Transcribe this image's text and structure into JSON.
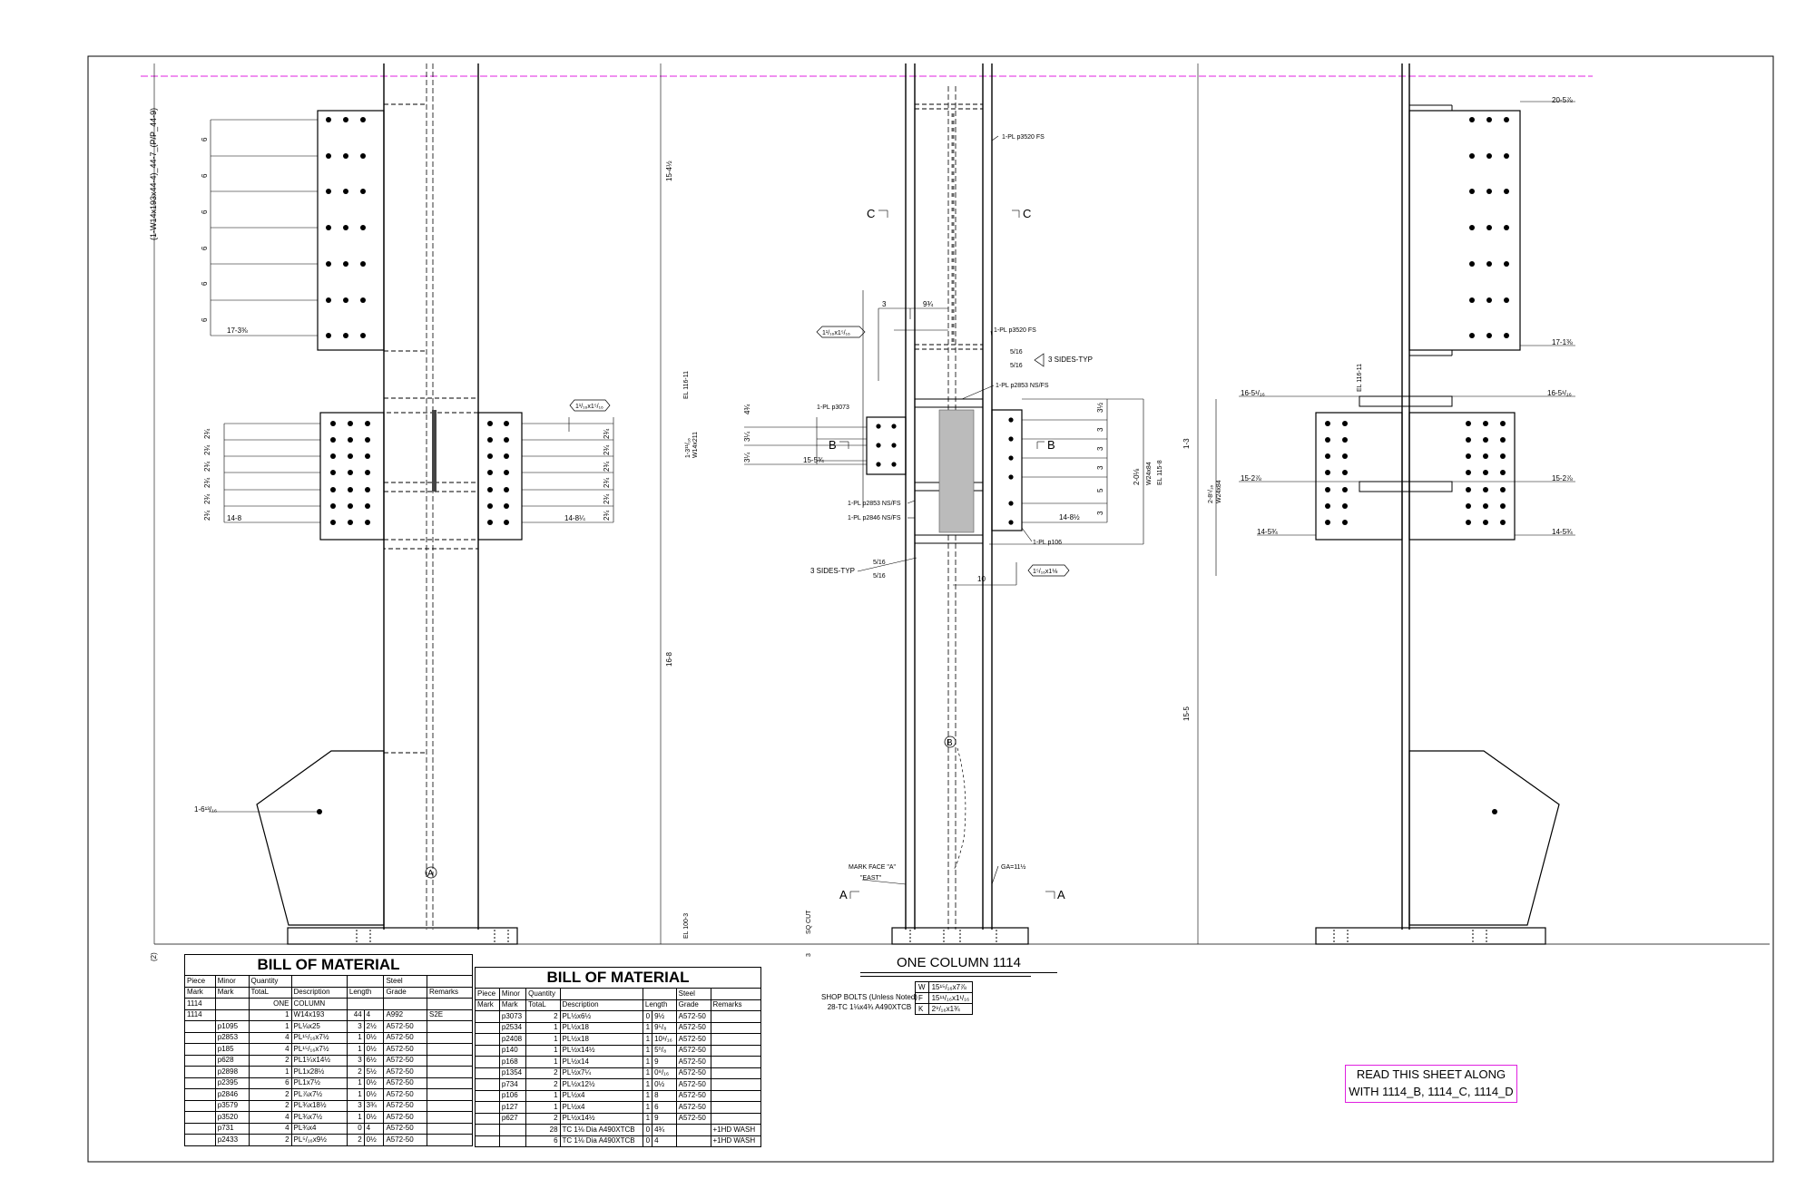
{
  "sheet": {
    "side_label": "(1-W14x193x44-4)_44-7_(P/P_44-9)",
    "side_num": "(2)",
    "read_note_line1": "READ THIS SHEET ALONG",
    "read_note_line2": "WITH 1114_B, 1114_C, 1114_D",
    "view_title": "ONE COLUMN 1114",
    "shop_bolts_line1": "SHOP BOLTS (Unless Noted)",
    "shop_bolts_line2": "28-TC 1⅛x4¾ A490XTCB",
    "bolt_spec": [
      {
        "k": "W",
        "v": "15¹⁵/₁₆x7⅞"
      },
      {
        "k": "F",
        "v": "15¹¹/₁₆x1¹/₁₆"
      },
      {
        "k": "K",
        "v": "2⁹/₁₆x1¾"
      }
    ]
  },
  "annotations": {
    "d6": "6",
    "d17_3_8": "17-3⅜",
    "d2_3_4": "2¾",
    "d14_8": "14-8",
    "d14_8_1_4": "14-8¼",
    "d1_6_13_16": "1-6¹³/₁₆",
    "circle_a": "A",
    "circle_b": "B",
    "bolt_tag1": "1¹/₁₆x1⁵/₁₆",
    "d15_4_1_2": "15-4½",
    "d16_8": "16-8",
    "el_116_11": "EL 116-11",
    "el_100_3": "EL 100-3",
    "d1_3_11_16": "1-3¹¹/₁₆",
    "w14x211": "W14x211",
    "d4_3_4": "4¾",
    "d3_1_4": "3¼",
    "sq_cut": "SQ CUT",
    "d3": "3",
    "d9_3_4": "9¾",
    "pl_3520_fs_1": "1-PL p3520 FS",
    "pl_3520_fs_2": "1-PL p3520 FS",
    "pl_2853_nsfs_1": "1-PL p2853 NS/FS",
    "pl_2853_nsfs_2": "1-PL p2853 NS/FS",
    "pl_2846_nsfs": "1-PL p2846 NS/FS",
    "pl_3073": "1-PL p3073",
    "pl_106": "1-PL p106",
    "weld_5_16": "5/16",
    "sides_typ_1": "3 SIDES-TYP",
    "sides_typ_2": "3 SIDES-TYP",
    "d15_5_3_4": "15-5¾",
    "d14_8_1_2": "14-8½",
    "d10": "10",
    "bolt_tag2": "1¹/₁₆x1⁵/₁₆",
    "bolt_tag3": "1⁵/₁₆x1⅛",
    "d3_1_2": "3½",
    "d3b": "3",
    "d5": "5",
    "d2_0_1_8": "2-0⅛",
    "w24x84": "W24x84",
    "el_115_8": "EL 115-8",
    "d1_3": "1-3",
    "mark_face_1": "MARK FACE \"A\"",
    "mark_face_2": "\"EAST\"",
    "ga": "GA=11½",
    "sec_a": "A",
    "sec_b": "B",
    "sec_c": "C",
    "d15_5": "15-5",
    "d20_5_7_8": "20-5⅞",
    "d17_1_3_8": "17-1⅜",
    "d16_5_1_16": "16-5¹/₁₆",
    "d15_2_7_8": "15-2⅞",
    "d14_5_3_4": "14-5¾",
    "d2_8_5_16": "2-8⁵/₁₆",
    "w24x84b": "W24x84",
    "el_116_11b": "EL 116-11"
  },
  "bom_left": {
    "title": "BILL OF MATERIAL",
    "headers1": [
      "Piece",
      "Minor",
      "Quantity",
      "",
      "",
      "Steel",
      ""
    ],
    "headers2": [
      "Mark",
      "Mark",
      "TotaL",
      "Description",
      "Length",
      "Grade",
      "Remarks"
    ],
    "main_mark": "1114",
    "main_qty": "ONE",
    "main_desc": "COLUMN",
    "rows": [
      [
        "1114",
        "",
        "1",
        "W14x193",
        "44",
        "4",
        "A992",
        "S2E"
      ],
      [
        "",
        "p1095",
        "1",
        "PL⅛x25",
        "3",
        "2½",
        "A572-50",
        ""
      ],
      [
        "",
        "p2853",
        "4",
        "PL¹⁵/₁₆x7½",
        "1",
        "0½",
        "A572-50",
        ""
      ],
      [
        "",
        "p185",
        "4",
        "PL¹⁵/₁₆x7½",
        "1",
        "0½",
        "A572-50",
        ""
      ],
      [
        "",
        "p628",
        "2",
        "PL1¼x14½",
        "3",
        "6½",
        "A572-50",
        ""
      ],
      [
        "",
        "p2898",
        "1",
        "PL1x28½",
        "2",
        "5½",
        "A572-50",
        ""
      ],
      [
        "",
        "p2395",
        "6",
        "PL1x7½",
        "1",
        "0½",
        "A572-50",
        ""
      ],
      [
        "",
        "p2846",
        "2",
        "PL⅞x7½",
        "1",
        "0½",
        "A572-50",
        ""
      ],
      [
        "",
        "p3579",
        "2",
        "PL¾x18½",
        "3",
        "3¾",
        "A572-50",
        ""
      ],
      [
        "",
        "p3520",
        "4",
        "PL¾x7½",
        "1",
        "0½",
        "A572-50",
        ""
      ],
      [
        "",
        "p731",
        "4",
        "PL¾x4",
        "0",
        "4",
        "A572-50",
        ""
      ],
      [
        "",
        "p2433",
        "2",
        "PL⁵/₁₆x9½",
        "2",
        "0½",
        "A572-50",
        ""
      ]
    ]
  },
  "bom_right": {
    "title": "BILL OF MATERIAL",
    "headers1": [
      "Piece",
      "Minor",
      "Quantity",
      "",
      "",
      "Steel",
      ""
    ],
    "headers2": [
      "Mark",
      "Mark",
      "TotaL",
      "Description",
      "Length",
      "Grade",
      "Remarks"
    ],
    "rows": [
      [
        "",
        "p3073",
        "2",
        "PL½x6½",
        "0",
        "9½",
        "A572-50",
        ""
      ],
      [
        "",
        "p2534",
        "1",
        "PL½x18",
        "1",
        "9⁵/₈",
        "A572-50",
        ""
      ],
      [
        "",
        "p2408",
        "1",
        "PL½x18",
        "1",
        "10¹/₁₆",
        "A572-50",
        ""
      ],
      [
        "",
        "p140",
        "1",
        "PL½x14½",
        "1",
        "5⁰/₈",
        "A572-50",
        ""
      ],
      [
        "",
        "p168",
        "1",
        "PL½x14",
        "1",
        "9",
        "A572-50",
        ""
      ],
      [
        "",
        "p1354",
        "2",
        "PL½x7¼",
        "1",
        "0⁹/₁₆",
        "A572-50",
        ""
      ],
      [
        "",
        "p734",
        "2",
        "PL½x12½",
        "1",
        "0½",
        "A572-50",
        ""
      ],
      [
        "",
        "p106",
        "1",
        "PL½x4",
        "1",
        "8",
        "A572-50",
        ""
      ],
      [
        "",
        "p127",
        "1",
        "PL½x4",
        "1",
        "6",
        "A572-50",
        ""
      ],
      [
        "",
        "p627",
        "2",
        "PL½x14½",
        "1",
        "9",
        "A572-50",
        ""
      ],
      [
        "",
        "",
        "28",
        "TC 1⅛ Dia A490XTCB",
        "0",
        "4¾",
        "",
        "+1HD WASH"
      ],
      [
        "",
        "",
        "6",
        "TC 1⅛ Dia A490XTCB",
        "0",
        "4",
        "",
        "+1HD WASH"
      ]
    ]
  }
}
